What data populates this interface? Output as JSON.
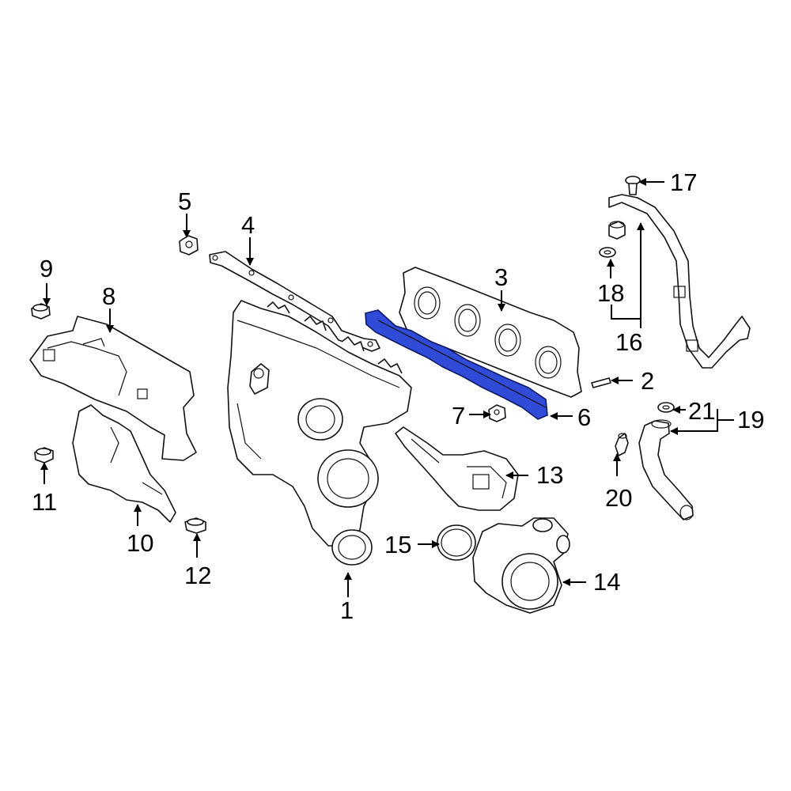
{
  "diagram": {
    "highlight_color": "#2f4bd8",
    "callouts": {
      "c1": "1",
      "c2": "2",
      "c3": "3",
      "c4": "4",
      "c5": "5",
      "c6": "6",
      "c7": "7",
      "c8": "8",
      "c9": "9",
      "c10": "10",
      "c11": "11",
      "c12": "12",
      "c13": "13",
      "c14": "14",
      "c15": "15",
      "c16": "16",
      "c17": "17",
      "c18": "18",
      "c19": "19",
      "c20": "20",
      "c21": "21"
    }
  }
}
